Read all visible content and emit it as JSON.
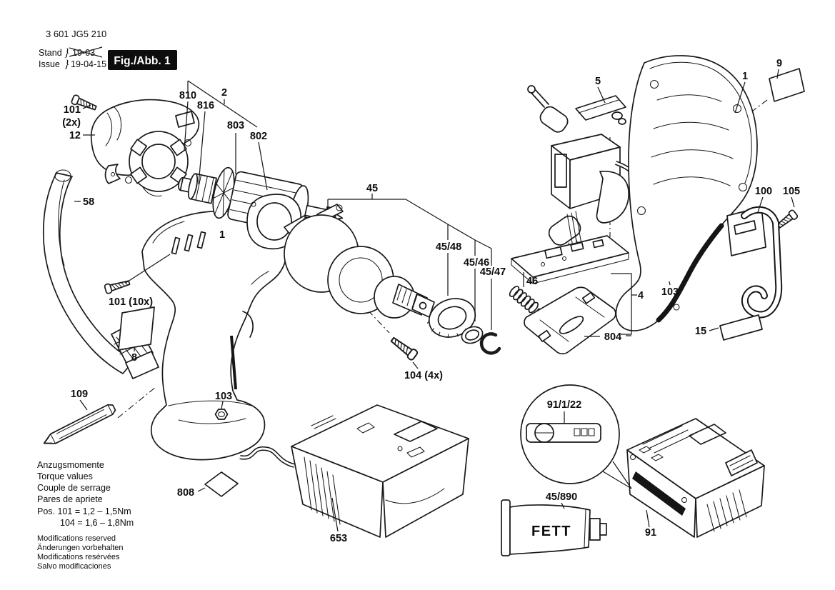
{
  "header": {
    "type_number": "3 601 JG5 210",
    "stand_label": "Stand",
    "issue_label": "Issue",
    "brace": "}",
    "superseded_date": "19-03",
    "issue_date": "19-04-15",
    "figure_label": "Fig./Abb. 1"
  },
  "torque_note": {
    "title_de": "Anzugsmomente",
    "title_en": "Torque values",
    "title_fr": "Couple de serrage",
    "title_es": "Pares de apriete",
    "pos_101": "Pos. 101  = 1,2 – 1,5Nm",
    "pos_104": "104  = 1,6 – 1,8Nm"
  },
  "modification_note": {
    "en": "Modifications reserved",
    "de": "Änderungen vorbehalten",
    "fr": "Modifications resérvées",
    "es": "Salvo modificaciones"
  },
  "callouts": {
    "screw_101_2x": "101",
    "screw_101_2x_qty": "(2x)",
    "cover_12": "12",
    "brush_810": "810",
    "brush_816": "816",
    "armature_2": "2",
    "plate_803": "803",
    "endbell_802": "802",
    "strap_58": "58",
    "housing_1": "1",
    "screw_101_10x": "101 (10x)",
    "sticker_8": "8",
    "bit_109": "109",
    "nut_103_left": "103",
    "gear_45": "45",
    "ring_45_48": "45/48",
    "oring_45_46": "45/46",
    "clip_45_47": "45/47",
    "screw_104_4x": "104 (4x)",
    "button_5": "5",
    "rear_housing_1": "1",
    "sticker_9": "9",
    "belt_clip_100": "100",
    "screw_105": "105",
    "spring_46": "46",
    "nut_103_right": "103",
    "board_4": "4",
    "plate_804": "804",
    "sticker_15": "15",
    "balloon_91_1_22": "91/1/22",
    "tube_45_890": "45/890",
    "battery_91": "91",
    "charger_653": "653",
    "sticker_808": "808"
  },
  "tube": {
    "text": "FETT"
  }
}
